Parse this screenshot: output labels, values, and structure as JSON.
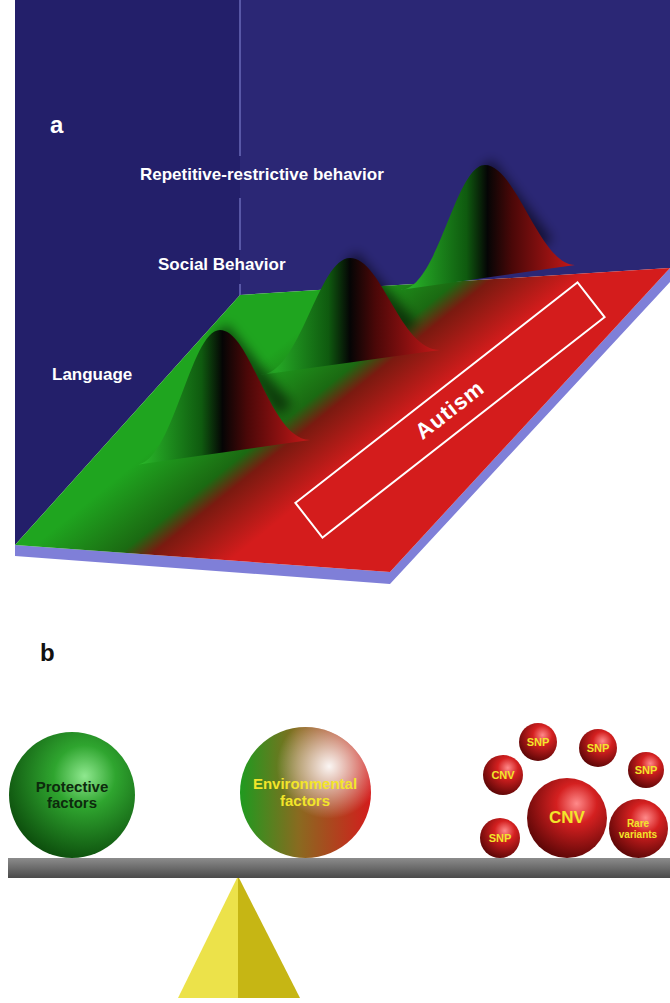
{
  "diagram": {
    "nodes": [
      {
        "text": [
          "Autism"
        ]
      },
      {
        "text": [
          "Protective factors"
        ]
      },
      {
        "text": [
          "Environmental factors"
        ]
      },
      {
        "text": [
          "SNP"
        ]
      },
      {
        "text": [
          "SNP"
        ]
      },
      {
        "text": [
          "CNV"
        ]
      },
      {
        "text": [
          "SNP"
        ]
      },
      {
        "text": [
          "CNV"
        ]
      },
      {
        "text": [
          "SNP"
        ]
      },
      {
        "text": [
          "Rare variants"
        ]
      }
    ],
    "labels": [
      "a",
      "Repetitive-restrictive behavior",
      "Social Behavior",
      "Language",
      "b"
    ]
  }
}
